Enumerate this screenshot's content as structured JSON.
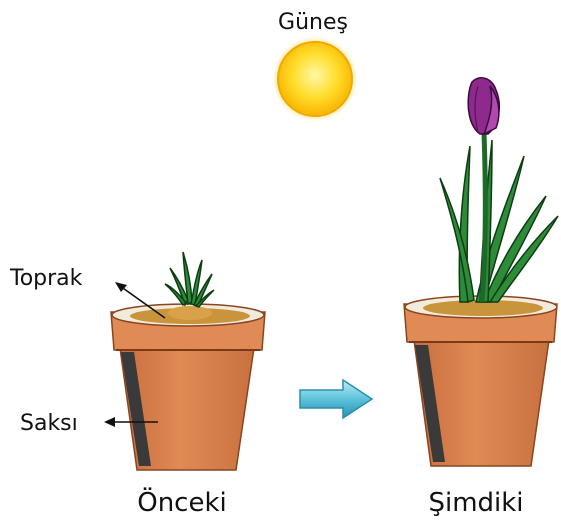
{
  "labels": {
    "sun": "Güneş",
    "soil": "Toprak",
    "pot": "Saksı",
    "before": "Önceki",
    "now": "Şimdiki"
  },
  "colors": {
    "pot": "#d9804f",
    "pot_rim": "#e08a55",
    "pot_shadow": "#3a3a3a",
    "soil": "#c9953c",
    "leaf": "#2e8b3a",
    "leaf_outline": "#0d3d12",
    "flower": "#8e2a8e",
    "sun": "#ffd21a",
    "arrow": "#5cc3da"
  }
}
